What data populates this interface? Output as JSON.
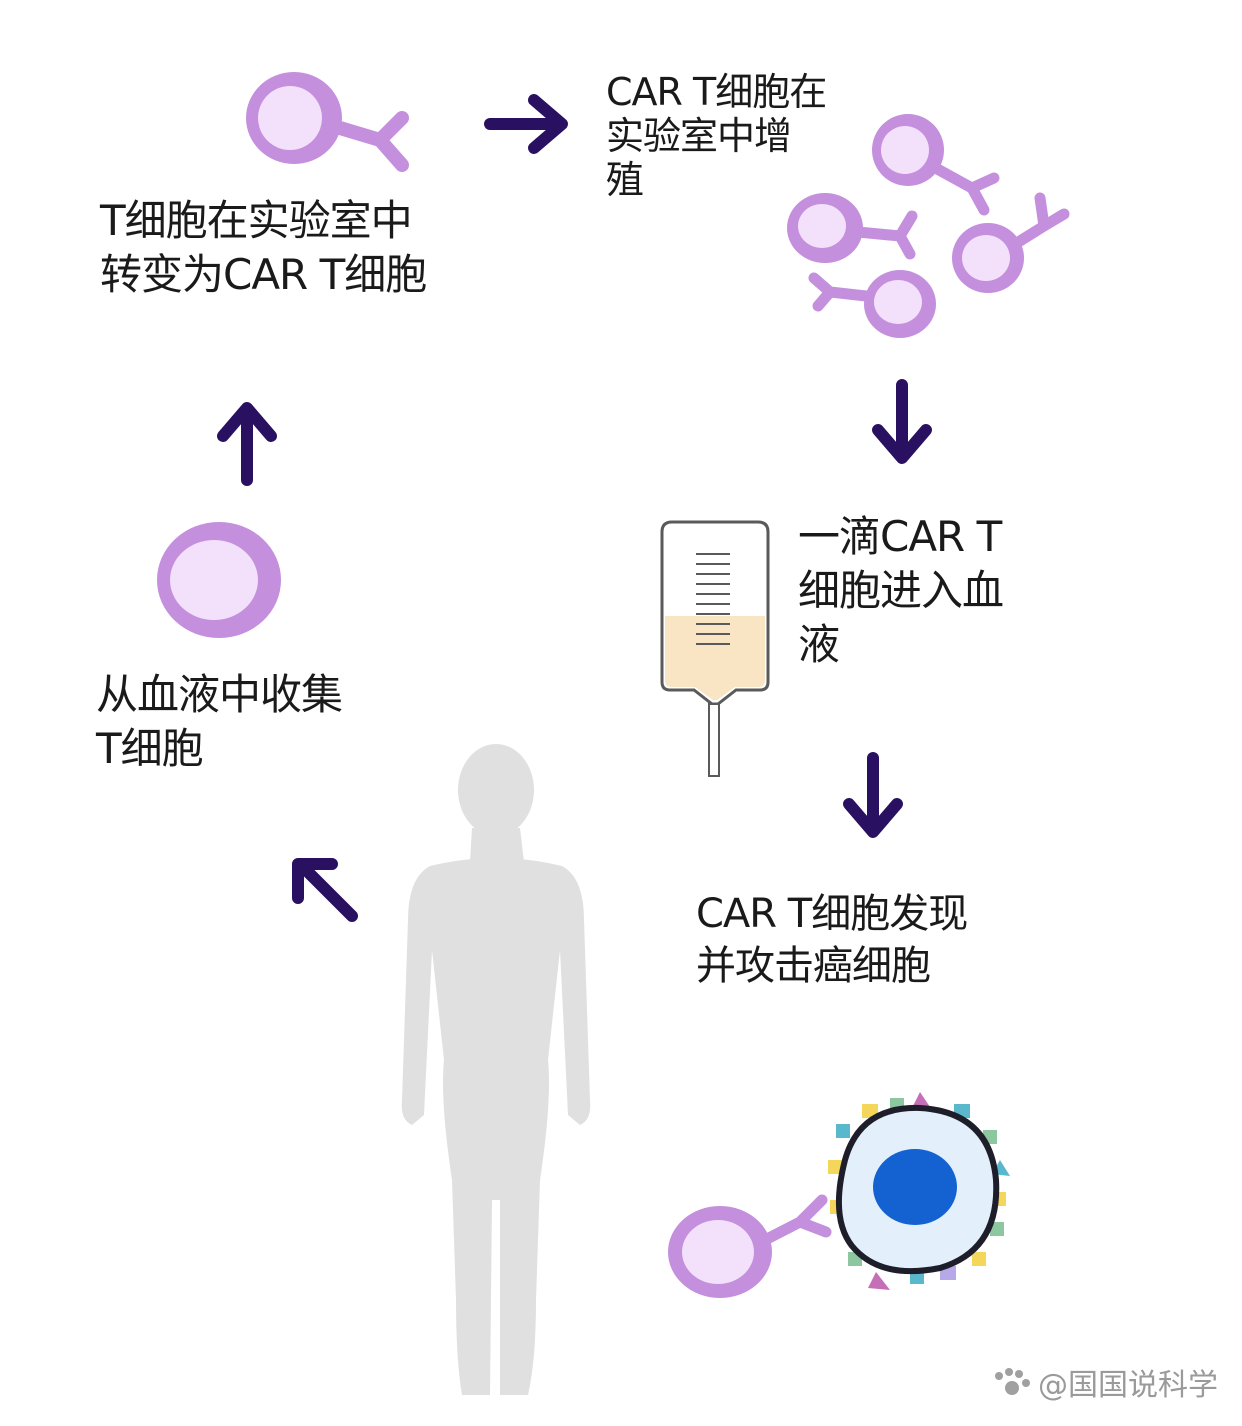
{
  "steps": {
    "collect": {
      "lines": [
        "从血液中收集",
        "T细胞"
      ]
    },
    "convert": {
      "lines": [
        "T细胞在实验室中",
        "转变为CAR T细胞"
      ]
    },
    "multiply": {
      "lines": [
        "CAR T细胞在",
        "实验室中增",
        "殖"
      ]
    },
    "infuse": {
      "lines": [
        "一滴CAR T",
        "细胞进入血",
        "液"
      ]
    },
    "attack": {
      "lines": [
        "CAR T细胞发现",
        "并攻击癌细胞"
      ]
    }
  },
  "watermark": "@国国说科学",
  "colors": {
    "arrow": "#2a1060",
    "cell_outer": "#c48fdc",
    "cell_inner": "#f3e0fa",
    "cancer_nucleus": "#1462d2",
    "bag_fluid": "#f9e4c4",
    "silhouette": "#e0e0e0"
  },
  "icons": [
    "t-cell-icon",
    "car-t-cell-icon",
    "iv-bag-icon",
    "human-silhouette-icon",
    "cancer-cell-icon",
    "arrow-icon",
    "paw-icon"
  ]
}
